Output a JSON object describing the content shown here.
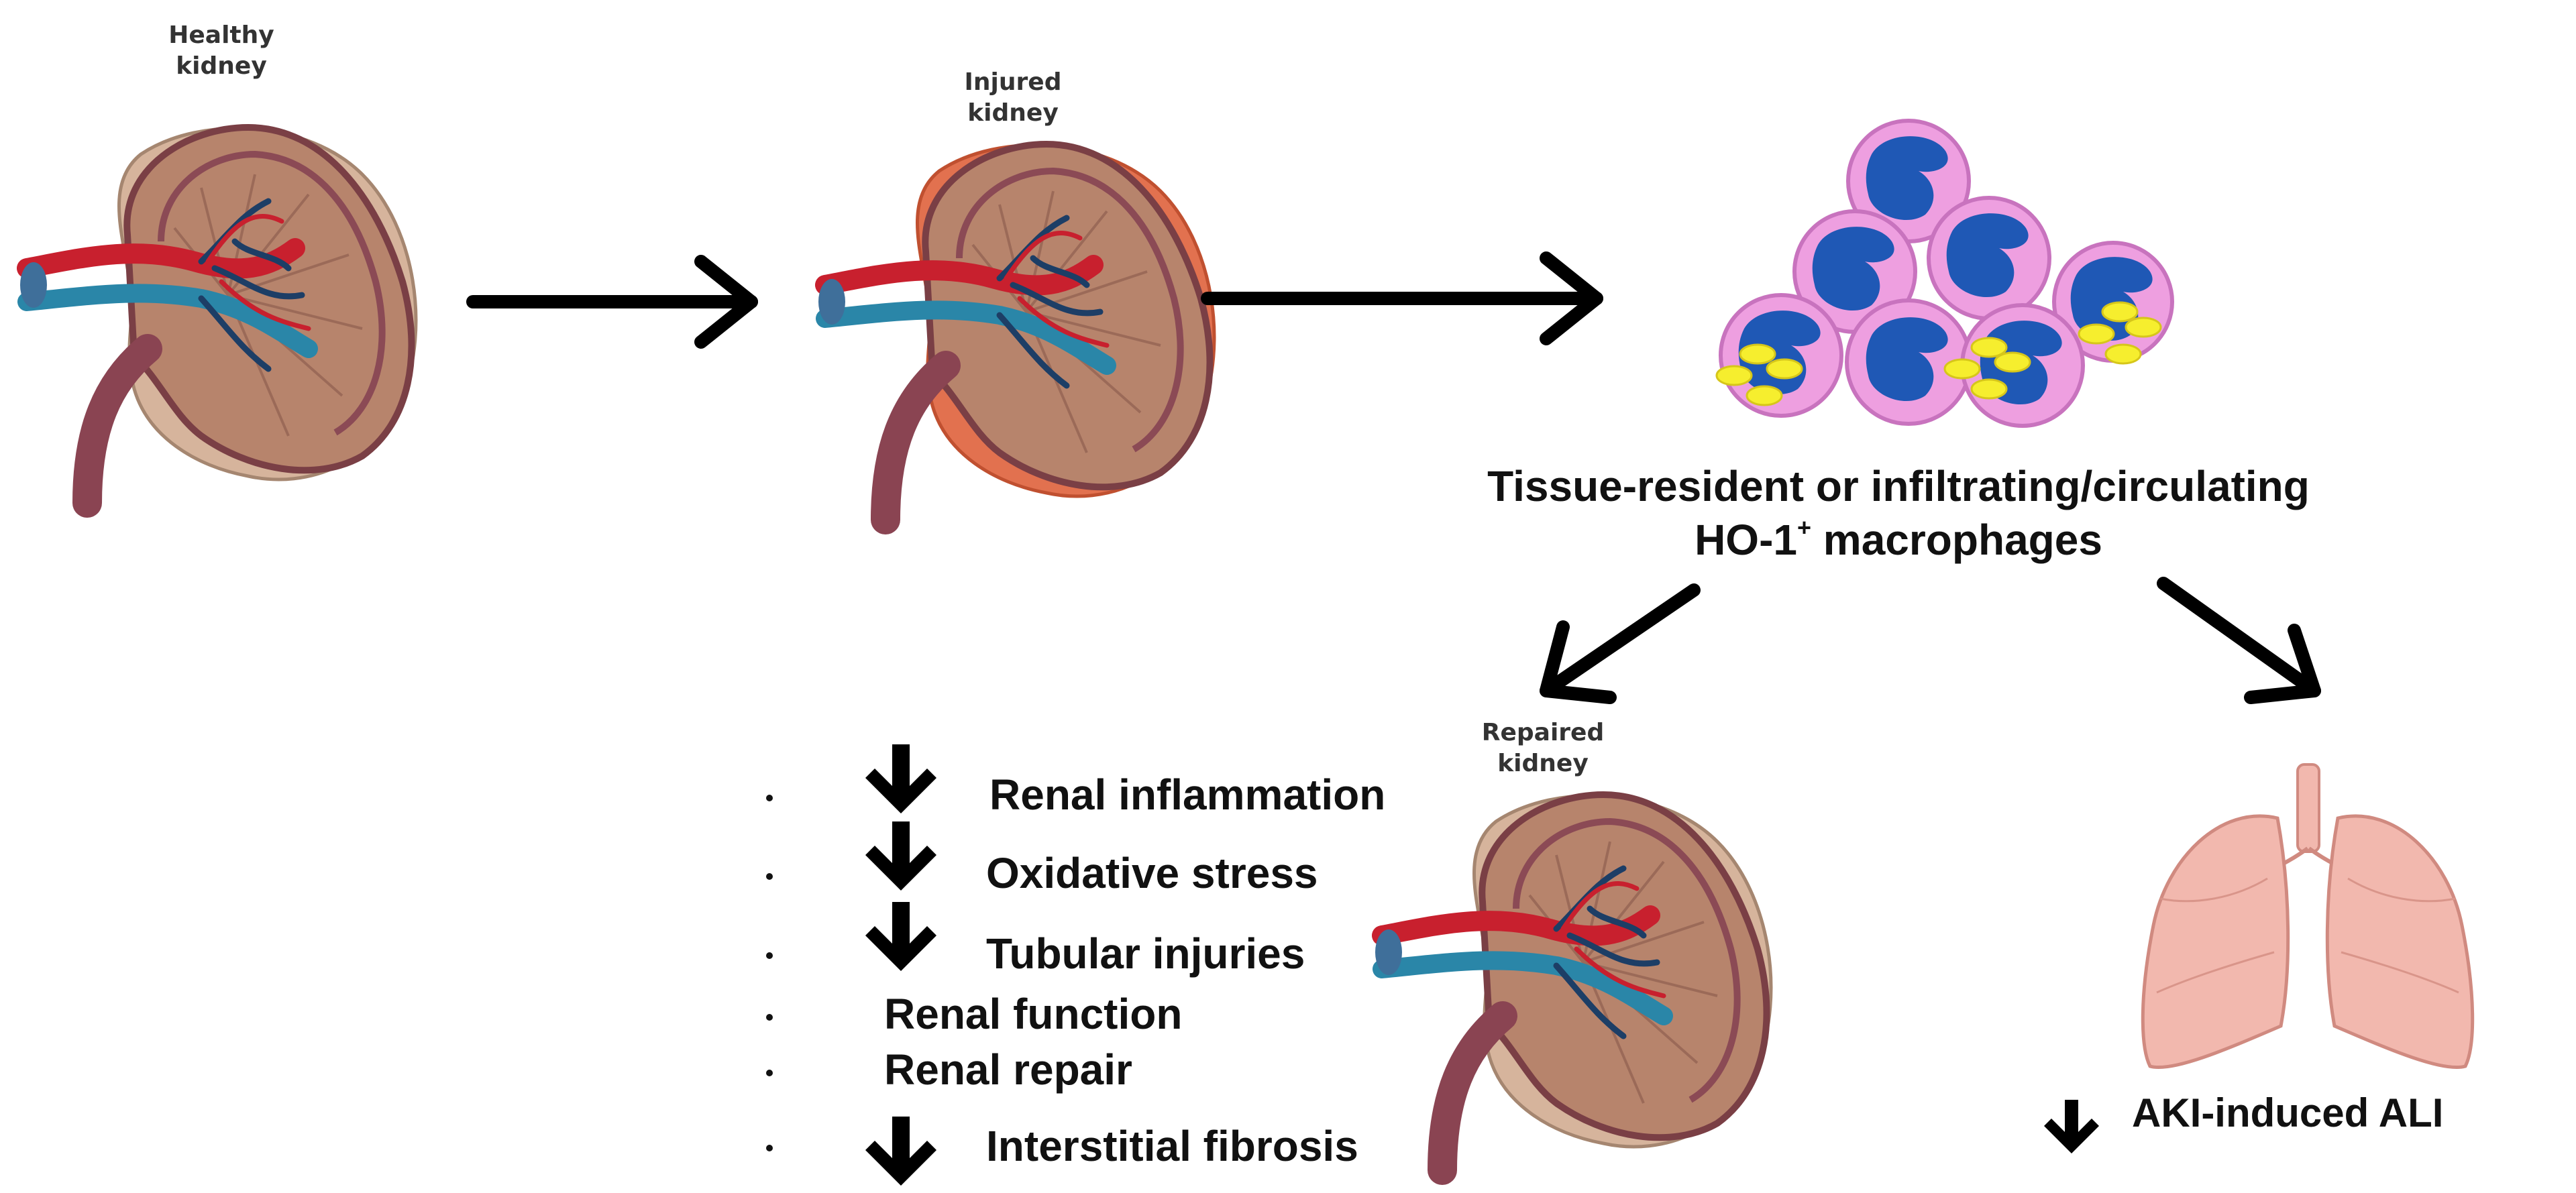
{
  "stages": {
    "healthy": "Healthy\nkidney",
    "injured": "Injured\nkidney",
    "repaired": "Repaired\nkidney"
  },
  "macrophages": {
    "line1": "Tissue-resident or infiltrating/circulating",
    "line2_main": "HO-1",
    "line2_sup": "+",
    "line2_rest": " macrophages"
  },
  "effects": [
    {
      "text": "Renal inflammation",
      "direction": "down"
    },
    {
      "text": "Oxidative stress",
      "direction": "down"
    },
    {
      "text": "Tubular injuries",
      "direction": "down"
    },
    {
      "text": "Renal function",
      "direction": "none"
    },
    {
      "text": "Renal repair",
      "direction": "none"
    },
    {
      "text": "Interstitial fibrosis",
      "direction": "down"
    }
  ],
  "lung_effect": {
    "text": "AKI-induced ALI",
    "direction": "down"
  },
  "colors": {
    "kidney_healthy": "#d6b49c",
    "kidney_injured": "#e2714f",
    "cell_body": "#ee9fe0",
    "nucleus": "#1f58b5",
    "granule": "#f6ee2e",
    "lung": "#f2b8ae",
    "artery": "#c8202e",
    "vein": "#2a86a8",
    "ureter": "#8a4452"
  }
}
